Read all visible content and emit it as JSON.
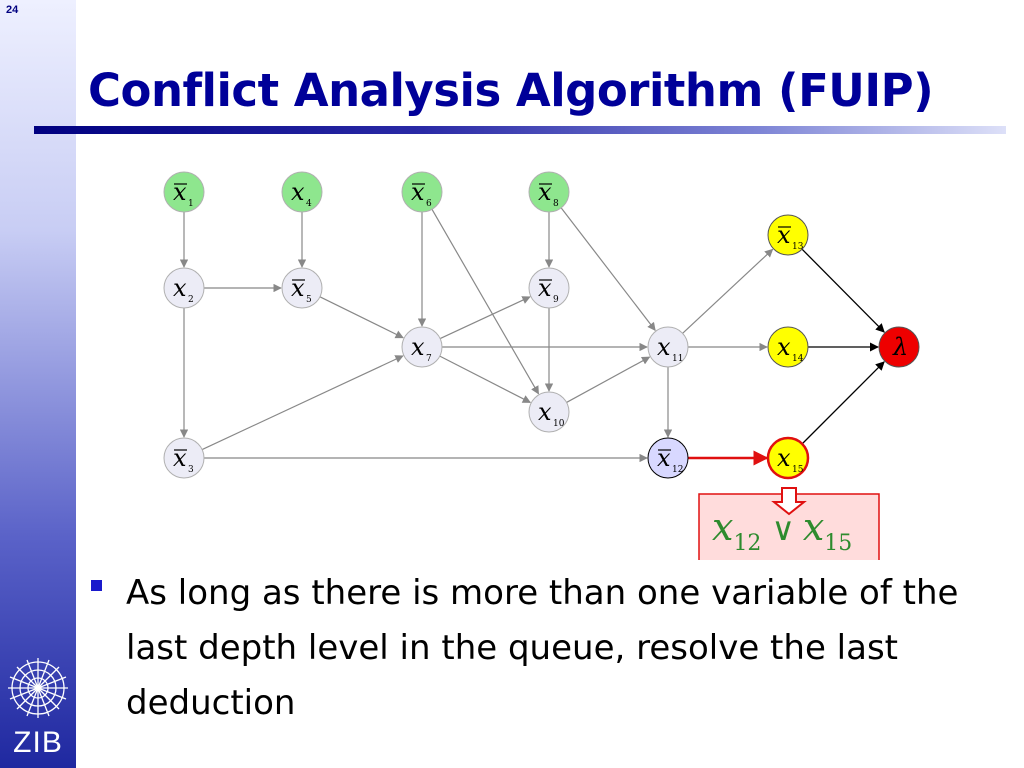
{
  "slide": {
    "number": "24"
  },
  "title": "Conflict Analysis Algorithm (FUIP)",
  "logo": {
    "text": "ZIB"
  },
  "graph": {
    "nodes": [
      {
        "id": "n1",
        "var": "x",
        "sub": "1",
        "bar": true,
        "kind": "decision"
      },
      {
        "id": "n4",
        "var": "x",
        "sub": "4",
        "bar": false,
        "kind": "decision"
      },
      {
        "id": "n6",
        "var": "x",
        "sub": "6",
        "bar": true,
        "kind": "decision"
      },
      {
        "id": "n8",
        "var": "x",
        "sub": "8",
        "bar": true,
        "kind": "decision"
      },
      {
        "id": "n2",
        "var": "x",
        "sub": "2",
        "bar": false,
        "kind": "implied"
      },
      {
        "id": "n5",
        "var": "x",
        "sub": "5",
        "bar": true,
        "kind": "implied"
      },
      {
        "id": "n9",
        "var": "x",
        "sub": "9",
        "bar": true,
        "kind": "implied"
      },
      {
        "id": "n7",
        "var": "x",
        "sub": "7",
        "bar": false,
        "kind": "implied"
      },
      {
        "id": "n11",
        "var": "x",
        "sub": "11",
        "bar": false,
        "kind": "implied"
      },
      {
        "id": "n10",
        "var": "x",
        "sub": "10",
        "bar": false,
        "kind": "implied"
      },
      {
        "id": "n3",
        "var": "x",
        "sub": "3",
        "bar": true,
        "kind": "implied"
      },
      {
        "id": "n12",
        "var": "x",
        "sub": "12",
        "bar": true,
        "kind": "reason"
      },
      {
        "id": "n13",
        "var": "x",
        "sub": "13",
        "bar": true,
        "kind": "conflict-side"
      },
      {
        "id": "n14",
        "var": "x",
        "sub": "14",
        "bar": false,
        "kind": "conflict-side"
      },
      {
        "id": "n15",
        "var": "x",
        "sub": "15",
        "bar": false,
        "kind": "uip"
      },
      {
        "id": "lam",
        "var": "λ",
        "sub": "",
        "bar": false,
        "kind": "conflict"
      }
    ],
    "edges": [
      {
        "from": "n1",
        "to": "n2"
      },
      {
        "from": "n4",
        "to": "n5"
      },
      {
        "from": "n2",
        "to": "n5"
      },
      {
        "from": "n2",
        "to": "n3"
      },
      {
        "from": "n5",
        "to": "n7"
      },
      {
        "from": "n3",
        "to": "n7"
      },
      {
        "from": "n6",
        "to": "n7"
      },
      {
        "from": "n6",
        "to": "n10"
      },
      {
        "from": "n7",
        "to": "n9"
      },
      {
        "from": "n7",
        "to": "n10"
      },
      {
        "from": "n7",
        "to": "n11"
      },
      {
        "from": "n8",
        "to": "n9"
      },
      {
        "from": "n8",
        "to": "n11"
      },
      {
        "from": "n9",
        "to": "n10"
      },
      {
        "from": "n10",
        "to": "n11"
      },
      {
        "from": "n11",
        "to": "n12"
      },
      {
        "from": "n11",
        "to": "n13"
      },
      {
        "from": "n11",
        "to": "n14"
      },
      {
        "from": "n3",
        "to": "n12"
      },
      {
        "from": "n12",
        "to": "n15",
        "highlight": true
      },
      {
        "from": "n13",
        "to": "lam",
        "dark": true
      },
      {
        "from": "n14",
        "to": "lam",
        "dark": true
      },
      {
        "from": "n15",
        "to": "lam",
        "dark": true
      }
    ],
    "clause": {
      "var1": "x",
      "sub1": "12",
      "op": "∨",
      "var2": "x",
      "sub2": "15"
    }
  },
  "colors": {
    "title": "#000099",
    "decision_fill": "#8ee68e",
    "implied_fill": "#ececf6",
    "reason_fill": "#d8d8ff",
    "yellow_fill": "#ffff00",
    "conflict_fill": "#ee0000",
    "highlight": "#e01010",
    "clause_text": "#2e8b2e"
  },
  "bullets": [
    "As long as there is more than one variable of the last depth level in the queue, resolve the last deduction"
  ]
}
